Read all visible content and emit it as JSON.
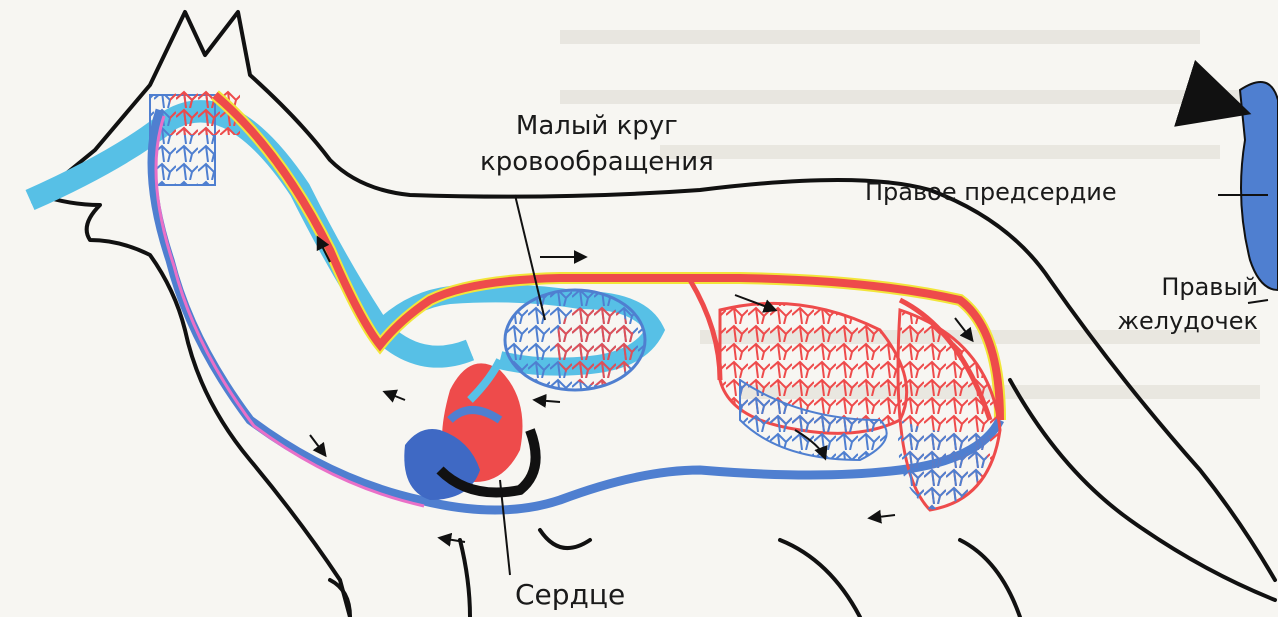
{
  "labels": {
    "pulmonary_circuit": [
      "Малый круг",
      "кровообращения"
    ],
    "heart": "Сердце",
    "right_atrium": "Правое предсердие",
    "right_ventricle": [
      "Правый",
      "желудочек"
    ]
  },
  "colors": {
    "arterial": "#ee4b4b",
    "arterial_edge": "#f2e53a",
    "venous": "#4f7fd0",
    "pulmonary_venous": "#57c0e6",
    "outline": "#111111",
    "heart_venous": "#3f69c4",
    "page": "#f7f6f2"
  }
}
